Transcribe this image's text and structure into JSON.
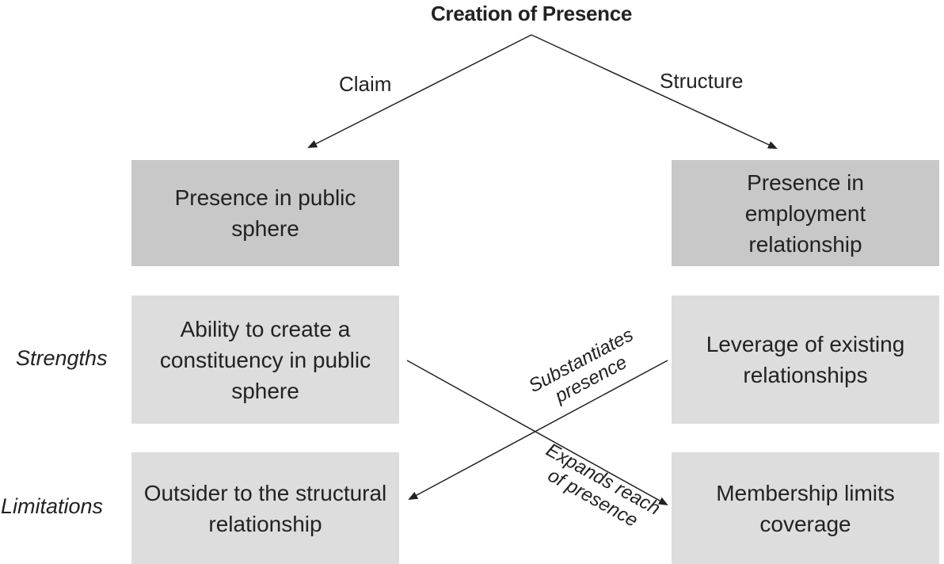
{
  "title": "Creation of Presence",
  "branches": {
    "left": "Claim",
    "right": "Structure"
  },
  "row_labels": {
    "strengths": "Strengths",
    "limitations": "Limitations"
  },
  "boxes": {
    "left_header": "Presence in public sphere",
    "right_header": "Presence in employment relationship",
    "left_strength": "Ability to create a constituency in public sphere",
    "right_strength": "Leverage of existing relationships",
    "left_limitation": "Outsider to the structural relationship",
    "right_limitation": "Membership limits coverage"
  },
  "cross_arrows": {
    "right_to_left": {
      "line1": "Substantiates",
      "line2": "presence"
    },
    "left_to_right": {
      "line1": "Expands reach",
      "line2": "of presence"
    }
  },
  "colors": {
    "header_box": "#c8c8c8",
    "content_box": "#dddddd",
    "line": "#222222"
  }
}
